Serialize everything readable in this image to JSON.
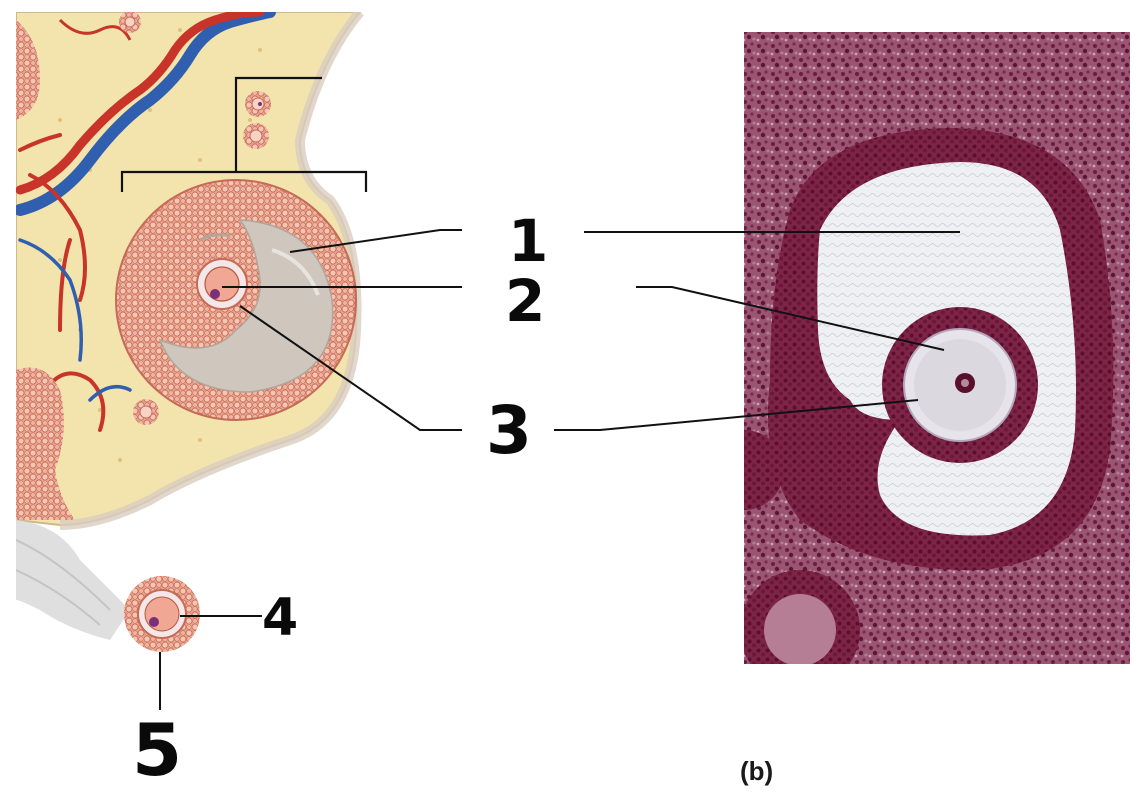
{
  "labels": {
    "l1": "1",
    "l2": "2",
    "l3": "3",
    "l4": "4",
    "l5": "5"
  },
  "panel_caption": "(b)",
  "colors": {
    "stroma": "#f3e4ae",
    "follicle_cells": "#e39a84",
    "antrum": "#cfc6bd",
    "artery": "#c8332a",
    "vein": "#2f5fae",
    "micrograph_stain": "#8a3356",
    "micrograph_antrum": "#f2f2f4",
    "leader_line": "#111111"
  },
  "icons": [
    "follicle-illustration",
    "histology-micrograph"
  ]
}
